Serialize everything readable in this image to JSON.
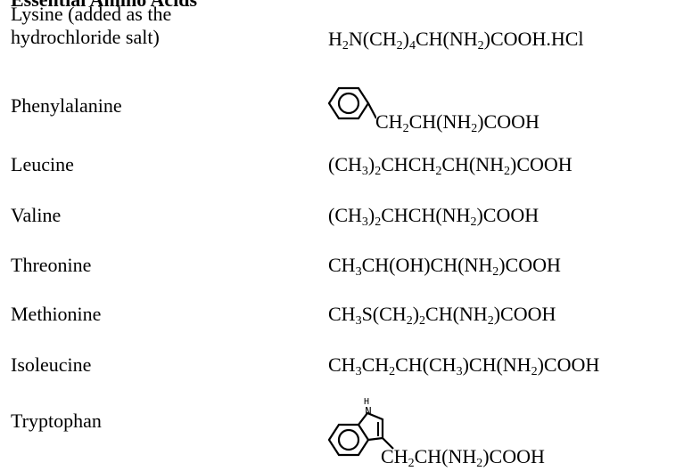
{
  "heading": "Essential Amino Acids",
  "rows": [
    {
      "name": "Lysine (added as the\nhydrochloride salt)",
      "formula": [
        [
          "H",
          "t"
        ],
        [
          "2",
          "s"
        ],
        [
          "N(CH",
          "t"
        ],
        [
          "2",
          "s"
        ],
        [
          ")",
          "t"
        ],
        [
          "4",
          "s"
        ],
        [
          "CH(NH",
          "t"
        ],
        [
          "2",
          "s"
        ],
        [
          ")COOH.HCl",
          "t"
        ]
      ]
    },
    {
      "name": "Phenylalanine",
      "ring": "benzene-ring",
      "formula": [
        [
          "CH",
          "t"
        ],
        [
          "2",
          "s"
        ],
        [
          "CH(NH",
          "t"
        ],
        [
          "2",
          "s"
        ],
        [
          ")COOH",
          "t"
        ]
      ]
    },
    {
      "name": "Leucine",
      "formula": [
        [
          "(CH",
          "t"
        ],
        [
          "3",
          "s"
        ],
        [
          ")",
          "t"
        ],
        [
          "2",
          "s"
        ],
        [
          "CHCH",
          "t"
        ],
        [
          "2",
          "s"
        ],
        [
          "CH(NH",
          "t"
        ],
        [
          "2",
          "s"
        ],
        [
          ")COOH",
          "t"
        ]
      ]
    },
    {
      "name": "Valine",
      "formula": [
        [
          "(CH",
          "t"
        ],
        [
          "3",
          "s"
        ],
        [
          ")",
          "t"
        ],
        [
          "2",
          "s"
        ],
        [
          "CHCH(NH",
          "t"
        ],
        [
          "2",
          "s"
        ],
        [
          ")COOH",
          "t"
        ]
      ]
    },
    {
      "name": "Threonine",
      "formula": [
        [
          "CH",
          "t"
        ],
        [
          "3",
          "s"
        ],
        [
          "CH(OH)CH(NH",
          "t"
        ],
        [
          "2",
          "s"
        ],
        [
          ")COOH",
          "t"
        ]
      ]
    },
    {
      "name": "Methionine",
      "formula": [
        [
          "CH",
          "t"
        ],
        [
          "3",
          "s"
        ],
        [
          "S(CH",
          "t"
        ],
        [
          "2",
          "s"
        ],
        [
          ")",
          "t"
        ],
        [
          "2",
          "s"
        ],
        [
          "CH(NH",
          "t"
        ],
        [
          "2",
          "s"
        ],
        [
          ")COOH",
          "t"
        ]
      ]
    },
    {
      "name": "Isoleucine",
      "formula": [
        [
          "CH",
          "t"
        ],
        [
          "3",
          "s"
        ],
        [
          "CH",
          "t"
        ],
        [
          "2",
          "s"
        ],
        [
          "CH(CH",
          "t"
        ],
        [
          "3",
          "s"
        ],
        [
          ")CH(NH",
          "t"
        ],
        [
          "2",
          "s"
        ],
        [
          ")COOH",
          "t"
        ]
      ]
    },
    {
      "name": "Tryptophan",
      "ring": "indole-ring",
      "ring_label": "H\nN",
      "formula": [
        [
          "CH",
          "t"
        ],
        [
          "2",
          "s"
        ],
        [
          "CH(NH",
          "t"
        ],
        [
          "2",
          "s"
        ],
        [
          ")COOH",
          "t"
        ]
      ]
    }
  ]
}
